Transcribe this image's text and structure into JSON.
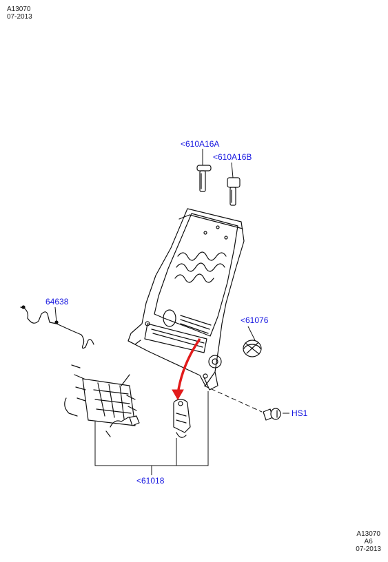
{
  "header": {
    "line1": "A13070",
    "line2": "07-2013"
  },
  "footer": {
    "line1": "A13070",
    "line2": "A6",
    "line3": "07-2013"
  },
  "colors": {
    "label": "#1515e0",
    "line": "#111111",
    "arrow": "#e21b1b"
  },
  "callouts": {
    "headrest_guide_a": "<610A16A",
    "headrest_guide_b": "<610A16B",
    "wiring": "64638",
    "knob": "<61076",
    "screw": "HS1",
    "frame_assembly": "<61018"
  }
}
